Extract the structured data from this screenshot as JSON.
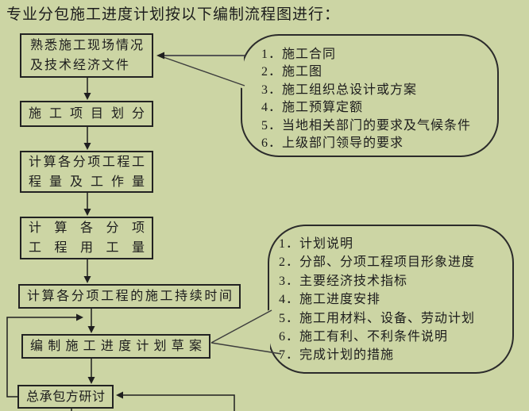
{
  "title": "专业分包施工进度计划按以下编制流程图进行：",
  "boxes": {
    "familiarize": {
      "lines": [
        "熟悉施工现场情况",
        "及技术经济文件"
      ]
    },
    "divide": {
      "line": "施工项目划分"
    },
    "quantity": {
      "lines": [
        "计算各分项工程工",
        "程量及工作量"
      ]
    },
    "labor": {
      "lines": [
        "计算各分项",
        "工程用工量"
      ]
    },
    "duration": {
      "line": "计算各分项工程的施工持续时间"
    },
    "draft": {
      "line": "编制施工进度计划草案"
    },
    "review": {
      "line": "总承包方研讨"
    }
  },
  "callout_top": {
    "items": [
      "1．施工合同",
      "2．施工图",
      "3．施工组织总设计或方案",
      "4．施工预算定额",
      "5．当地相关部门的要求及气候条件",
      "6．上级部门领导的要求"
    ]
  },
  "callout_bottom": {
    "items": [
      "1．计划说明",
      "2．分部、分项工程项目形象进度",
      "3．主要经济技术指标",
      "4．施工进度安排",
      "5．施工用材料、设备、劳动计划",
      "6．施工有利、不利条件说明",
      "7．完成计划的措施"
    ]
  },
  "colors": {
    "background": "#ccd5a4",
    "line": "#2b2b2b",
    "text": "#1c1c1c"
  }
}
